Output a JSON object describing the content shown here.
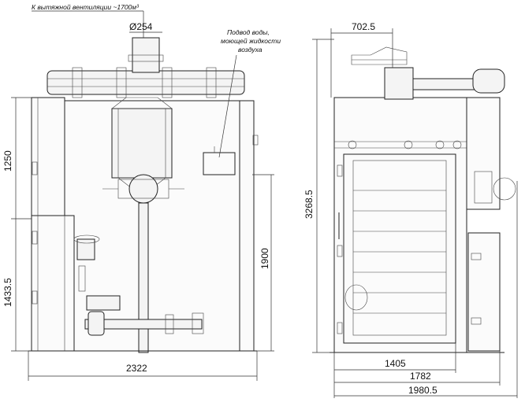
{
  "annotations": {
    "exhaust_note": "К вытяжной вентиляции ~1700м³",
    "water_supply_note_line1": "Подвод воды,",
    "water_supply_note_line2": "моющей жидкости",
    "water_supply_note_line3": "воздуха"
  },
  "dimensions": {
    "duct_diameter": "Ø254",
    "front_total_width": "2322",
    "front_height_upper": "1250",
    "front_height_lower": "1433.5",
    "front_height_right": "1900",
    "side_top_width": "702.5",
    "side_total_height": "3268.5",
    "side_width_door": "1405",
    "side_width_mid": "1782",
    "side_width_total": "1980.5"
  },
  "colors": {
    "line": "#222222",
    "background": "#ffffff"
  }
}
